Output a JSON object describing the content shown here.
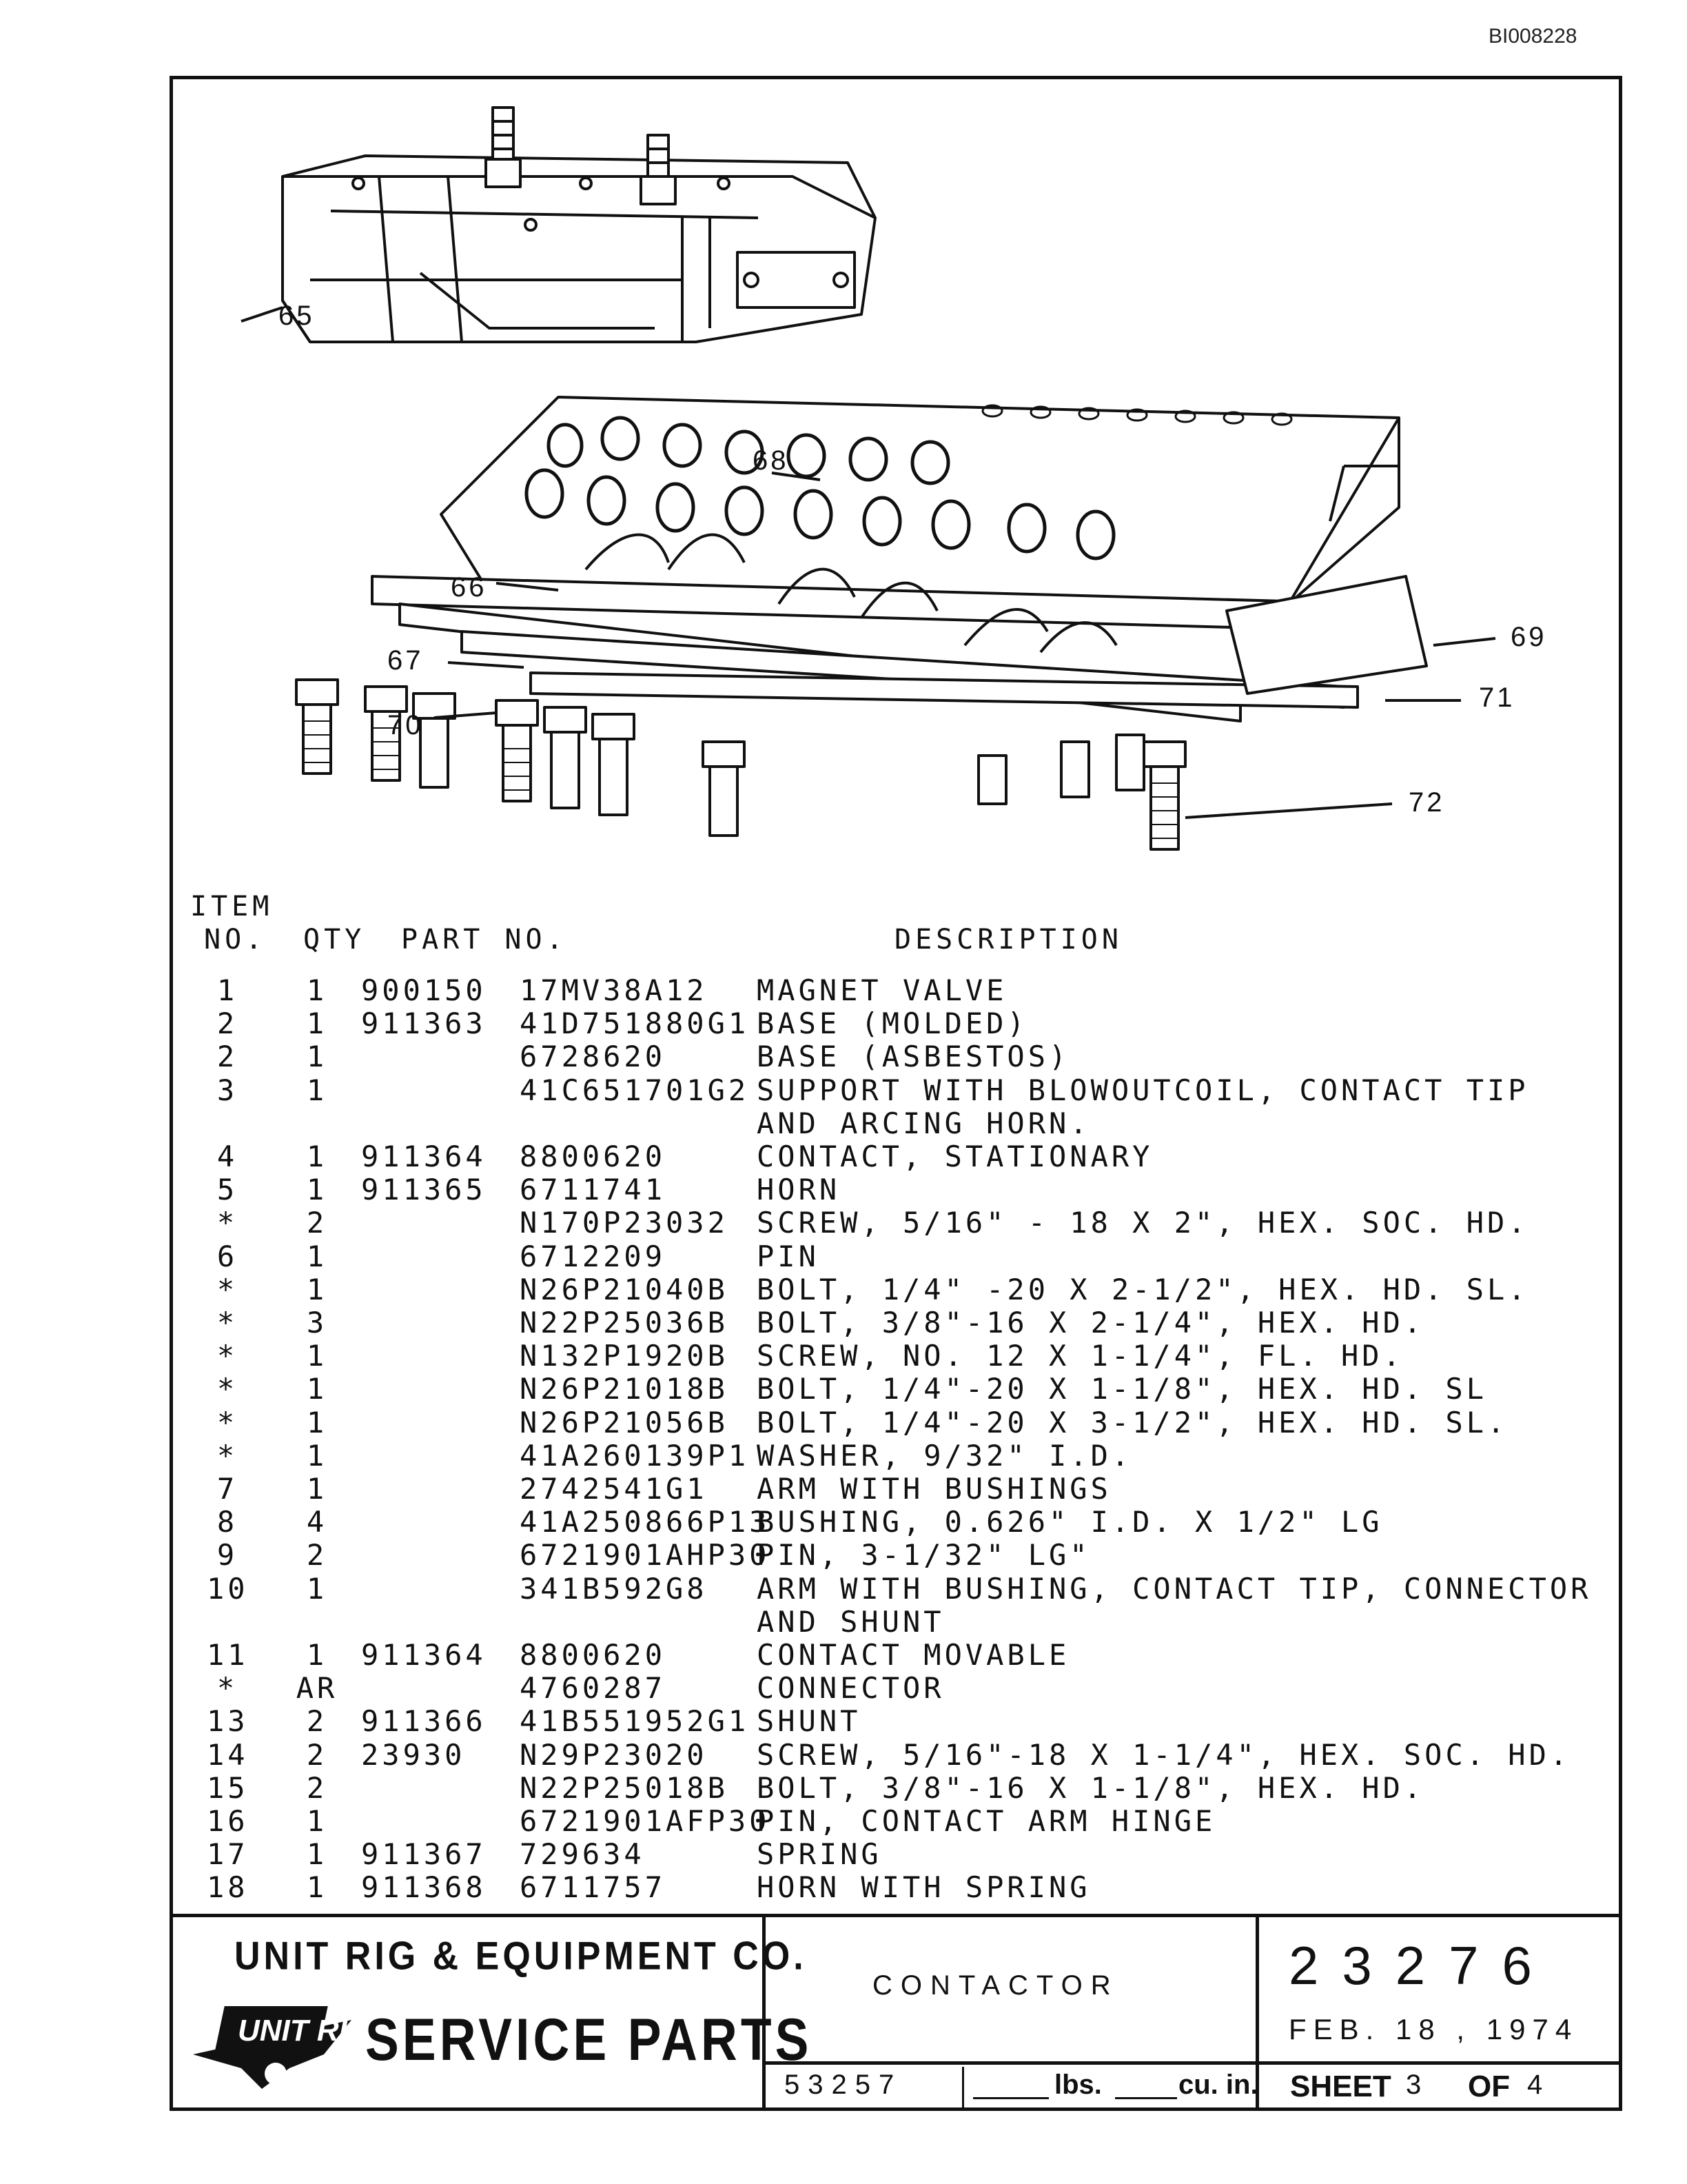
{
  "doc_id": "BI008228",
  "callouts": [
    "65",
    "68",
    "66",
    "67",
    "70",
    "69",
    "71",
    "72"
  ],
  "table_header": {
    "item": "ITEM",
    "no": "NO.",
    "qty": "QTY",
    "part": "PART NO.",
    "description": "DESCRIPTION"
  },
  "parts": [
    {
      "item": "1",
      "qty": "1",
      "part": "900150",
      "num": "17MV38A12",
      "desc": "MAGNET VALVE"
    },
    {
      "item": "2",
      "qty": "1",
      "part": "911363",
      "num": "41D751880G1",
      "desc": "BASE (MOLDED)"
    },
    {
      "item": "2",
      "qty": "1",
      "part": "",
      "num": "6728620",
      "desc": "BASE (ASBESTOS)"
    },
    {
      "item": "3",
      "qty": "1",
      "part": "",
      "num": "41C651701G2",
      "desc": "SUPPORT WITH BLOWOUTCOIL, CONTACT TIP"
    },
    {
      "item": "",
      "qty": "",
      "part": "",
      "num": "",
      "desc": "AND ARCING HORN."
    },
    {
      "item": "4",
      "qty": "1",
      "part": "911364",
      "num": "8800620",
      "desc": "CONTACT, STATIONARY"
    },
    {
      "item": "5",
      "qty": "1",
      "part": "911365",
      "num": "6711741",
      "desc": "HORN"
    },
    {
      "item": "*",
      "qty": "2",
      "part": "",
      "num": "N170P23032",
      "desc": "SCREW, 5/16\" - 18 X 2\", HEX. SOC. HD."
    },
    {
      "item": "6",
      "qty": "1",
      "part": "",
      "num": "6712209",
      "desc": "PIN"
    },
    {
      "item": "*",
      "qty": "1",
      "part": "",
      "num": "N26P21040B",
      "desc": "BOLT, 1/4\" -20 X 2-1/2\", HEX. HD. SL."
    },
    {
      "item": "*",
      "qty": "3",
      "part": "",
      "num": "N22P25036B",
      "desc": "BOLT, 3/8\"-16 X 2-1/4\", HEX. HD."
    },
    {
      "item": "*",
      "qty": "1",
      "part": "",
      "num": "N132P1920B",
      "desc": "SCREW, NO. 12 X 1-1/4\", FL. HD."
    },
    {
      "item": "*",
      "qty": "1",
      "part": "",
      "num": "N26P21018B",
      "desc": "BOLT, 1/4\"-20 X 1-1/8\", HEX. HD. SL"
    },
    {
      "item": "*",
      "qty": "1",
      "part": "",
      "num": "N26P21056B",
      "desc": "BOLT, 1/4\"-20 X 3-1/2\", HEX. HD. SL."
    },
    {
      "item": "*",
      "qty": "1",
      "part": "",
      "num": "41A260139P1",
      "desc": "WASHER, 9/32\" I.D."
    },
    {
      "item": "7",
      "qty": "1",
      "part": "",
      "num": "2742541G1",
      "desc": "ARM WITH BUSHINGS"
    },
    {
      "item": "8",
      "qty": "4",
      "part": "",
      "num": "41A250866P13",
      "desc": "BUSHING, 0.626\" I.D. X 1/2\" LG"
    },
    {
      "item": "9",
      "qty": "2",
      "part": "",
      "num": "6721901AHP30",
      "desc": "PIN, 3-1/32\" LG\""
    },
    {
      "item": "10",
      "qty": "1",
      "part": "",
      "num": "341B592G8",
      "desc": "ARM WITH BUSHING, CONTACT TIP, CONNECTOR"
    },
    {
      "item": "",
      "qty": "",
      "part": "",
      "num": "",
      "desc": "AND SHUNT"
    },
    {
      "item": "11",
      "qty": "1",
      "part": "911364",
      "num": "8800620",
      "desc": "CONTACT MOVABLE"
    },
    {
      "item": "*",
      "qty": "AR",
      "part": "",
      "num": "4760287",
      "desc": "CONNECTOR"
    },
    {
      "item": "13",
      "qty": "2",
      "part": "911366",
      "num": "41B551952G1",
      "desc": "SHUNT"
    },
    {
      "item": "14",
      "qty": "2",
      "part": "23930",
      "num": "N29P23020",
      "desc": "SCREW, 5/16\"-18 X 1-1/4\", HEX. SOC. HD."
    },
    {
      "item": "15",
      "qty": "2",
      "part": "",
      "num": "N22P25018B",
      "desc": "BOLT, 3/8\"-16 X 1-1/8\", HEX. HD."
    },
    {
      "item": "16",
      "qty": "1",
      "part": "",
      "num": "6721901AFP30",
      "desc": "PIN, CONTACT ARM HINGE"
    },
    {
      "item": "17",
      "qty": "1",
      "part": "911367",
      "num": "729634",
      "desc": "SPRING"
    },
    {
      "item": "18",
      "qty": "1",
      "part": "911368",
      "num": "6711757",
      "desc": "HORN WITH SPRING"
    }
  ],
  "title_block": {
    "company": "UNIT RIG & EQUIPMENT CO.",
    "logo_text": "UNIT RIG",
    "service_parts": "SERVICE PARTS",
    "title": "CONTACTOR",
    "drawing_number": "23276",
    "date": "FEB. 18 , 1974",
    "weight_code": "53257",
    "lbs_label": "lbs.",
    "cuin_label": "cu. in.",
    "sheet_label": "SHEET",
    "sheet_no": "3",
    "of_label": "OF",
    "sheet_total": "4"
  }
}
